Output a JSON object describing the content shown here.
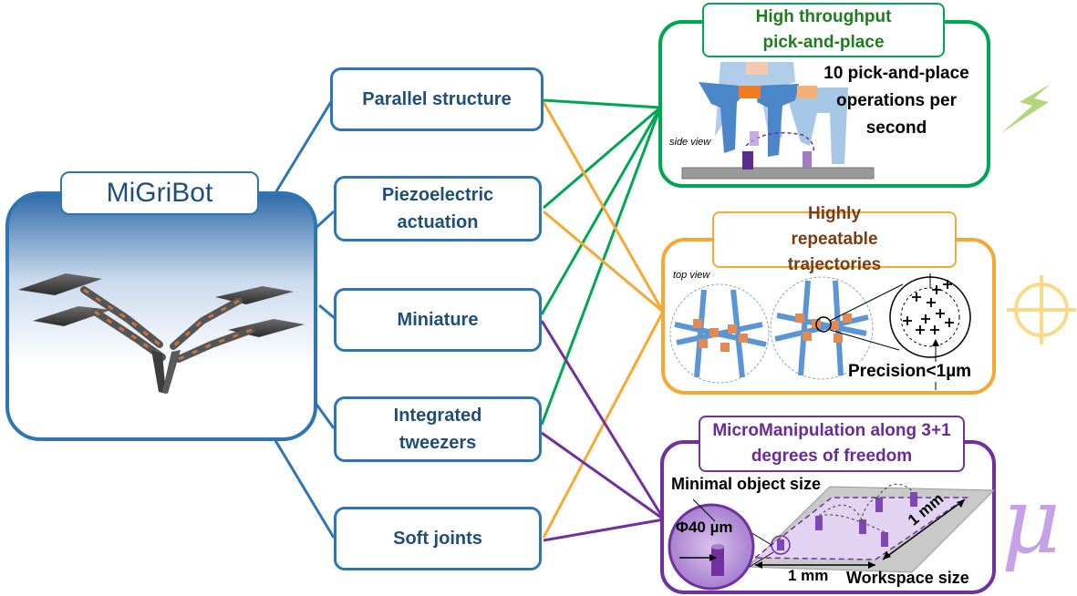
{
  "robot": {
    "name": "MiGriBot"
  },
  "features": [
    {
      "label": "Parallel structure"
    },
    {
      "label": "Piezoelectric actuation"
    },
    {
      "label": "Miniature"
    },
    {
      "label": "Integrated tweezers"
    },
    {
      "label": "Soft joints"
    }
  ],
  "outcomes": {
    "throughput": {
      "title": "High throughput pick-and-place",
      "view_label": "side view",
      "stat": "10 pick-and-place operations per second"
    },
    "repeatability": {
      "title": "Highly repeatable trajectories",
      "view_label": "top view",
      "precision": "Precision<1µm"
    },
    "manipulation": {
      "title": "MicroManipulation along 3+1 degrees of freedom",
      "min_object_label": "Minimal object size",
      "min_object_value": "Φ40 µm",
      "dim_x": "1 mm",
      "dim_y": "1 mm",
      "workspace_label": "Workspace size"
    }
  },
  "colors": {
    "feature_blue": "#2e75b6",
    "throughput_green": "#00a651",
    "repeatability_orange": "#f7a833",
    "manipulation_purple": "#7030a0"
  },
  "icons": {
    "throughput": "lightning-icon",
    "repeatability": "crosshair-icon",
    "manipulation": "micro-symbol-icon"
  },
  "micro_symbol": "μ"
}
